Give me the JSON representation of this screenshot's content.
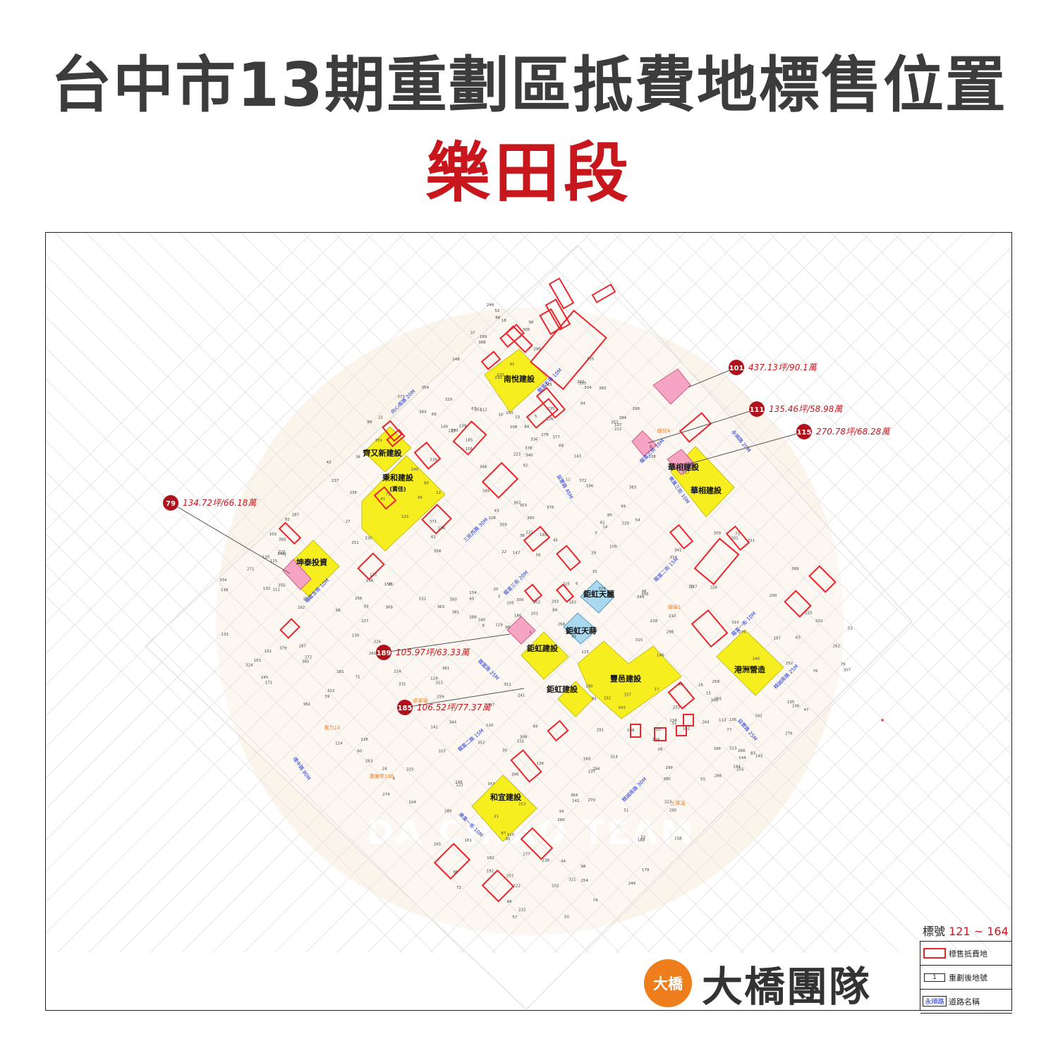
{
  "title": "台中市13期重劃區抵費地標售位置",
  "subtitle": "樂田段",
  "range": {
    "label": "標號",
    "value": "121 ~ 164"
  },
  "legend": [
    {
      "label": "標售抵費地"
    },
    {
      "label": "重劃後地號",
      "sample": "1"
    },
    {
      "label": "道路名稱",
      "sample": "永順路"
    }
  ],
  "logo": {
    "badge": "大橋",
    "name": "大橋團隊"
  },
  "watermark": "DA CHIAO TEAM",
  "colors": {
    "title": "#3c3c3c",
    "accent": "#c8161d",
    "parcel_outline": "#e8262d",
    "developer_fill": "#f7ee1f",
    "pink_fill": "#f5a4c4",
    "blue_fill": "#a9d8ef",
    "road_text": "#1a2fd6",
    "orange_text": "#ee7d1b"
  },
  "callouts": [
    {
      "no": "101",
      "text": "437.13坪/90.1萬"
    },
    {
      "no": "111",
      "text": "135.46坪/58.98萬"
    },
    {
      "no": "115",
      "text": "270.78坪/68.28萬"
    },
    {
      "no": "79",
      "text": "134.72坪/66.18萬"
    },
    {
      "no": "189",
      "text": "105.97坪/63.33萬"
    },
    {
      "no": "185",
      "text": "106.52坪/77.37萬"
    }
  ],
  "developers": [
    "南悅建設",
    "齊又新建設",
    "秉和建設",
    "(寶佳)",
    "坤泰投資",
    "華相建設",
    "華相建設",
    "鉅虹天麗",
    "鉅虹天蒔",
    "鉅虹建設",
    "鉅虹建設",
    "豐邑建設",
    "港洲營造",
    "和宜建設"
  ],
  "roads": [
    "向心南路 20M",
    "龍富五街 10M",
    "三民西路 30M",
    "益豐路 45M",
    "龍富三街 10M",
    "龍富三街 20M",
    "龍富二街 15M",
    "永順路 20M",
    "龍富路 25M",
    "龍富二路 15M",
    "精誠南路 25M",
    "龍富一街 10M",
    "益豐路 25M",
    "環中路 80M",
    "精誠南路 30M",
    "樂業一街 10M",
    "龍富五街 10M",
    "樂業三街 10M"
  ],
  "places": [
    "細兒4",
    "細綠1",
    "電力10",
    "廣兼停106",
    "土庫溪",
    "停車場"
  ],
  "parcel_numbers": [
    "1",
    "2",
    "3",
    "4",
    "5",
    "6",
    "7",
    "8",
    "9",
    "10",
    "11",
    "12",
    "13",
    "14",
    "15",
    "18",
    "17",
    "20",
    "21",
    "22",
    "23",
    "24",
    "25",
    "26",
    "27",
    "28",
    "29",
    "30",
    "31",
    "32",
    "33",
    "34",
    "35",
    "36",
    "37",
    "38",
    "39",
    "40",
    "41",
    "42",
    "43",
    "44",
    "45",
    "46",
    "47",
    "48",
    "49",
    "50",
    "51",
    "52",
    "53",
    "54",
    "55",
    "56",
    "57",
    "58",
    "59",
    "60",
    "61",
    "62",
    "63",
    "64",
    "65",
    "66",
    "67",
    "68",
    "69",
    "70",
    "71",
    "72",
    "73",
    "74",
    "75",
    "76",
    "77",
    "78",
    "79",
    "80",
    "81",
    "82",
    "83",
    "84",
    "85",
    "86",
    "87",
    "88",
    "89",
    "90",
    "91",
    "92",
    "93",
    "94",
    "95",
    "96",
    "97",
    "98",
    "99",
    "100",
    "101",
    "102",
    "103",
    "104",
    "105",
    "106",
    "107",
    "108",
    "109",
    "110",
    "111",
    "112",
    "113",
    "114",
    "115",
    "116",
    "117",
    "118",
    "119",
    "120",
    "121",
    "122",
    "123",
    "124",
    "125",
    "126",
    "127",
    "128",
    "129",
    "130",
    "131",
    "132",
    "133",
    "134",
    "135",
    "136",
    "137",
    "138",
    "139",
    "140",
    "141",
    "142",
    "143",
    "144",
    "145",
    "146",
    "147",
    "148",
    "149",
    "150",
    "151",
    "152",
    "153",
    "154",
    "155",
    "156",
    "157",
    "158",
    "159",
    "160",
    "161",
    "162",
    "171",
    "179",
    "180",
    "181",
    "182",
    "183",
    "184",
    "185",
    "186",
    "188",
    "189",
    "190",
    "192",
    "193",
    "194",
    "195",
    "196",
    "197",
    "198",
    "199",
    "200",
    "201",
    "202",
    "210",
    "211",
    "212",
    "220",
    "221",
    "222",
    "223",
    "224",
    "225",
    "226",
    "227",
    "228",
    "229",
    "230",
    "231",
    "232",
    "233",
    "234",
    "235",
    "236",
    "237",
    "238",
    "240",
    "241",
    "243",
    "244",
    "245",
    "246",
    "247",
    "248",
    "249",
    "250",
    "251",
    "252",
    "253",
    "254",
    "255",
    "256",
    "257",
    "258",
    "259",
    "260",
    "261",
    "262",
    "263",
    "264",
    "265",
    "266",
    "267",
    "268",
    "269",
    "270",
    "271",
    "272",
    "273",
    "274",
    "275",
    "277",
    "278",
    "279",
    "284",
    "285",
    "286",
    "287",
    "288",
    "289",
    "290",
    "291",
    "292",
    "293",
    "294",
    "295",
    "296",
    "298",
    "299",
    "300",
    "301",
    "302",
    "303",
    "304",
    "305",
    "306",
    "307",
    "308",
    "309",
    "310",
    "311",
    "312",
    "313",
    "314",
    "315",
    "320",
    "321",
    "322",
    "323",
    "324",
    "325",
    "326",
    "328",
    "329",
    "330",
    "331",
    "332",
    "333",
    "334",
    "335",
    "336",
    "337",
    "338",
    "339",
    "340",
    "341",
    "342",
    "343",
    "344",
    "345",
    "346",
    "347",
    "348",
    "349",
    "350",
    "351",
    "352",
    "353",
    "354",
    "355",
    "356",
    "357",
    "358",
    "359",
    "360",
    "361",
    "362",
    "363",
    "364",
    "365",
    "367",
    "368",
    "369",
    "370",
    "371",
    "372",
    "373",
    "374",
    "375",
    "376",
    "377",
    "378",
    "379",
    "380",
    "381",
    "382",
    "383",
    "384",
    "385"
  ]
}
